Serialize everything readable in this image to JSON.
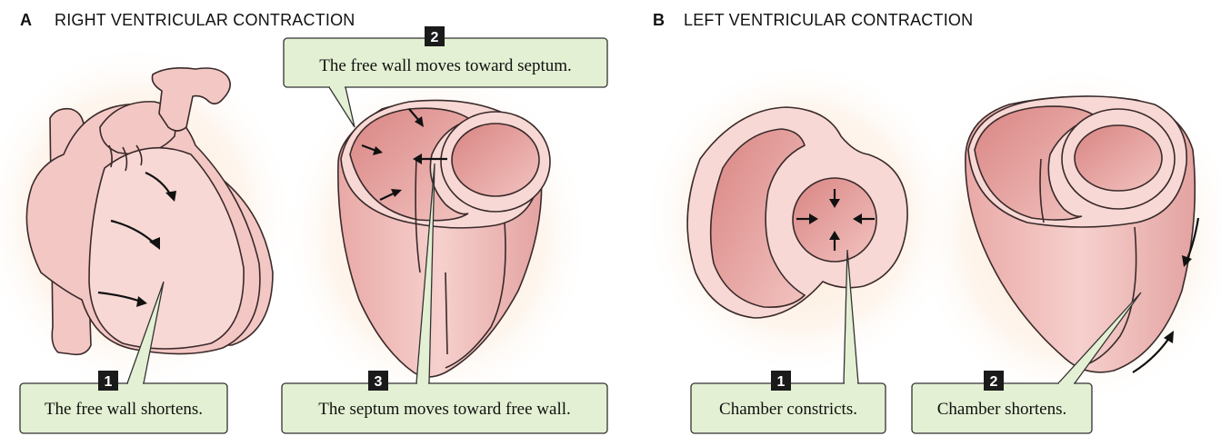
{
  "panels": [
    {
      "letter": "A",
      "title": "RIGHT VENTRICULAR CONTRACTION",
      "callouts": [
        {
          "number": "1",
          "text": "The free wall shortens."
        },
        {
          "number": "2",
          "text": "The free wall moves toward septum."
        },
        {
          "number": "3",
          "text": "The septum moves toward free wall."
        }
      ]
    },
    {
      "letter": "B",
      "title": "LEFT VENTRICULAR CONTRACTION",
      "callouts": [
        {
          "number": "1",
          "text": "Chamber constricts."
        },
        {
          "number": "2",
          "text": "Chamber shortens."
        }
      ]
    }
  ],
  "colors": {
    "callout_fill": "#e3f0d3",
    "tissue": "#f3c7c4",
    "cavity": "#e6a2a1",
    "glow": "#fbe3c8"
  }
}
